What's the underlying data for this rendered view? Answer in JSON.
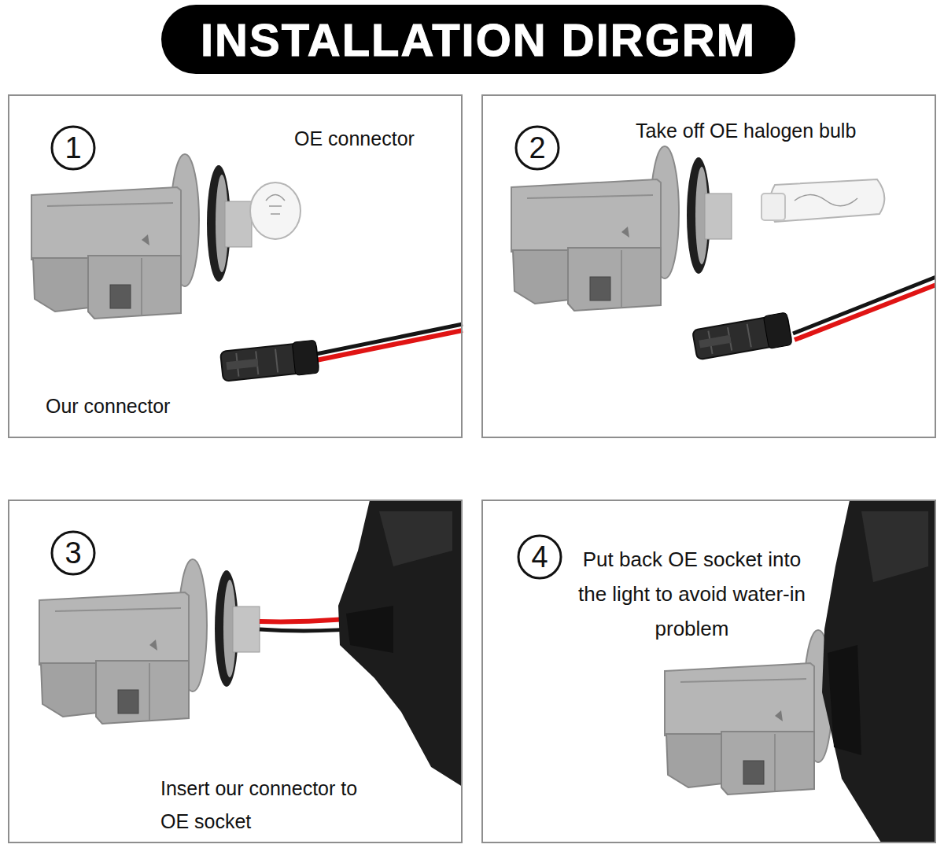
{
  "diagram": {
    "title": "INSTALLATION DIRGRM",
    "nodes": [
      {
        "text": [
          "OE connector",
          "Our connector"
        ]
      },
      {
        "text": [
          "1"
        ],
        "in": 0
      },
      {
        "text": [
          "Take off OE halogen bulb"
        ]
      },
      {
        "text": [
          "2"
        ],
        "in": 2
      },
      {
        "text": [
          "Insert our connector to OE socket"
        ]
      },
      {
        "text": [
          "3"
        ],
        "in": 4
      },
      {
        "text": [
          "Put back OE socket into the light to avoid water-in problem"
        ]
      },
      {
        "text": [
          "4"
        ],
        "in": 6
      }
    ]
  }
}
